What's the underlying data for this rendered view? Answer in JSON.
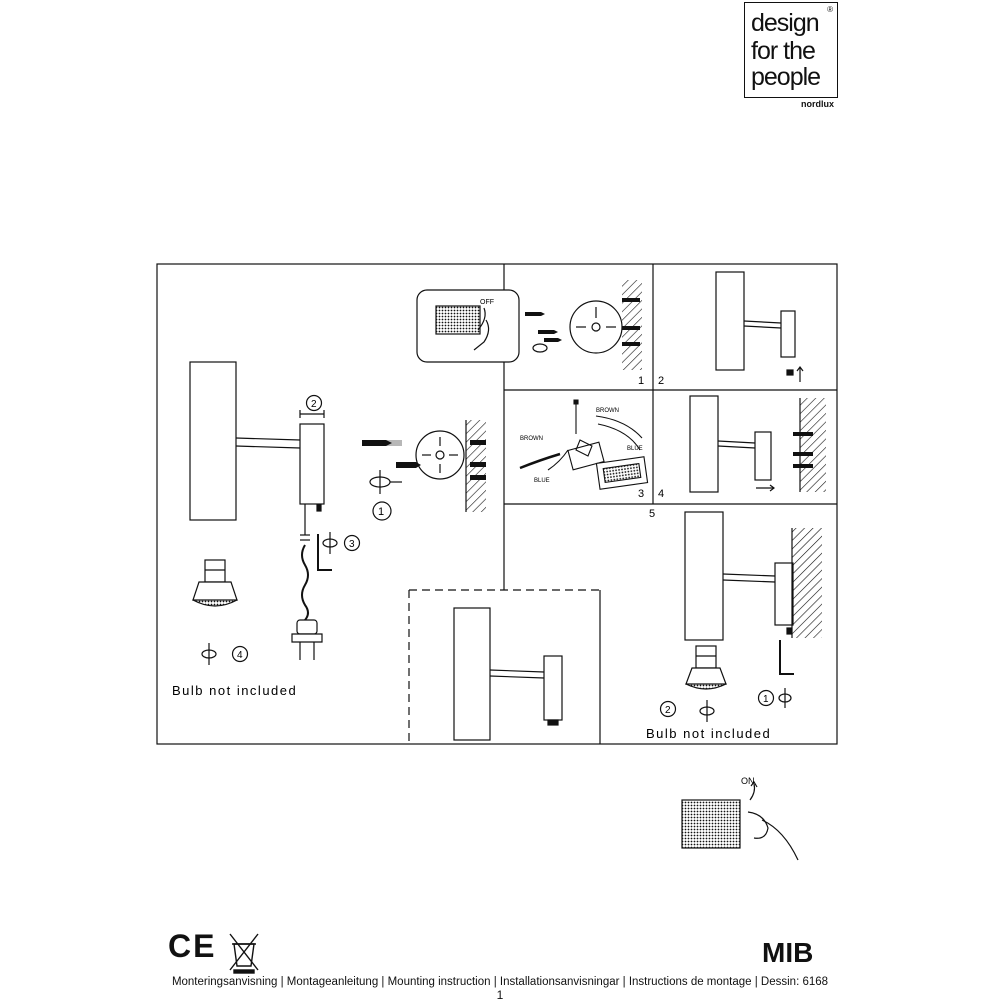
{
  "brand": {
    "lines": [
      "design",
      "for the",
      "people"
    ],
    "registered_mark": "®",
    "sub_brand": "nordlux"
  },
  "diagram": {
    "step_numbers": [
      "1",
      "2",
      "3",
      "4",
      "5"
    ],
    "step_markers": [
      "①",
      "②",
      "③",
      "④"
    ],
    "switch_off_label": "OFF",
    "switch_on_label": "ON",
    "wire_labels": {
      "brown": "BROWN",
      "blue": "BLUE"
    },
    "bulb_note": "Bulb not included"
  },
  "footer": {
    "model": "MIB",
    "languages": "Monteringsanvisning | Montageanleitung | Mounting instruction | Installationsanvisningar | Instructions de montage | Dessin: 6168",
    "page": "1",
    "ce_mark": "CE"
  },
  "colors": {
    "ink": "#111111",
    "paper": "#ffffff",
    "frame_grey": "#cccccc"
  }
}
